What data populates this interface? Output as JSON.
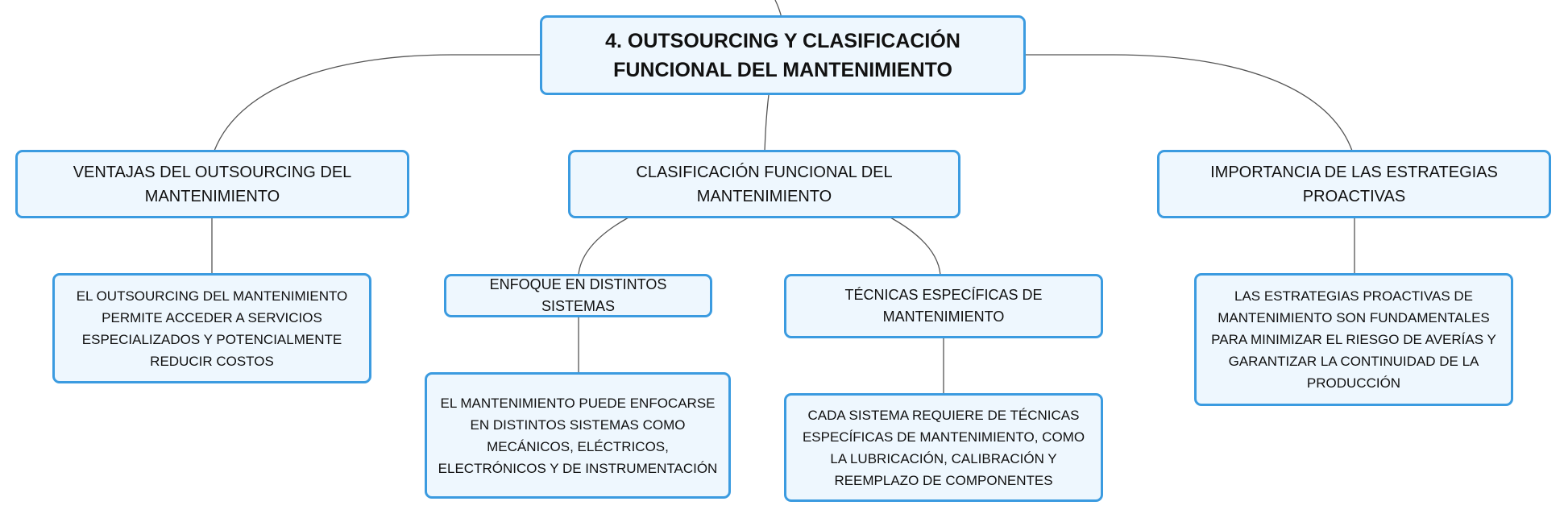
{
  "colors": {
    "node_fill": "#eef7fe",
    "node_border": "#3b9be0",
    "connector": "#555555"
  },
  "root": {
    "title": "4. OUTSOURCING Y CLASIFICACIÓN FUNCIONAL DEL MANTENIMIENTO"
  },
  "branches": {
    "ventajas": {
      "title": "VENTAJAS DEL OUTSOURCING DEL MANTENIMIENTO",
      "detail": "EL OUTSOURCING DEL MANTENIMIENTO PERMITE ACCEDER A SERVICIOS ESPECIALIZADOS Y POTENCIALMENTE REDUCIR COSTOS"
    },
    "clasificacion": {
      "title": "CLASIFICACIÓN FUNCIONAL DEL MANTENIMIENTO",
      "enfoque": {
        "title": "ENFOQUE EN DISTINTOS SISTEMAS",
        "detail": "EL MANTENIMIENTO PUEDE ENFOCARSE EN DISTINTOS SISTEMAS COMO MECÁNICOS, ELÉCTRICOS, ELECTRÓNICOS Y DE INSTRUMENTACIÓN"
      },
      "tecnicas": {
        "title": "TÉCNICAS ESPECÍFICAS DE MANTENIMIENTO",
        "detail": "CADA SISTEMA REQUIERE DE TÉCNICAS ESPECÍFICAS DE MANTENIMIENTO, COMO LA LUBRICACIÓN, CALIBRACIÓN Y REEMPLAZO DE COMPONENTES"
      }
    },
    "importancia": {
      "title": "IMPORTANCIA DE LAS ESTRATEGIAS PROACTIVAS",
      "detail": "LAS ESTRATEGIAS PROACTIVAS DE MANTENIMIENTO SON FUNDAMENTALES PARA MINIMIZAR EL RIESGO DE AVERÍAS Y GARANTIZAR LA CONTINUIDAD DE LA PRODUCCIÓN"
    }
  }
}
